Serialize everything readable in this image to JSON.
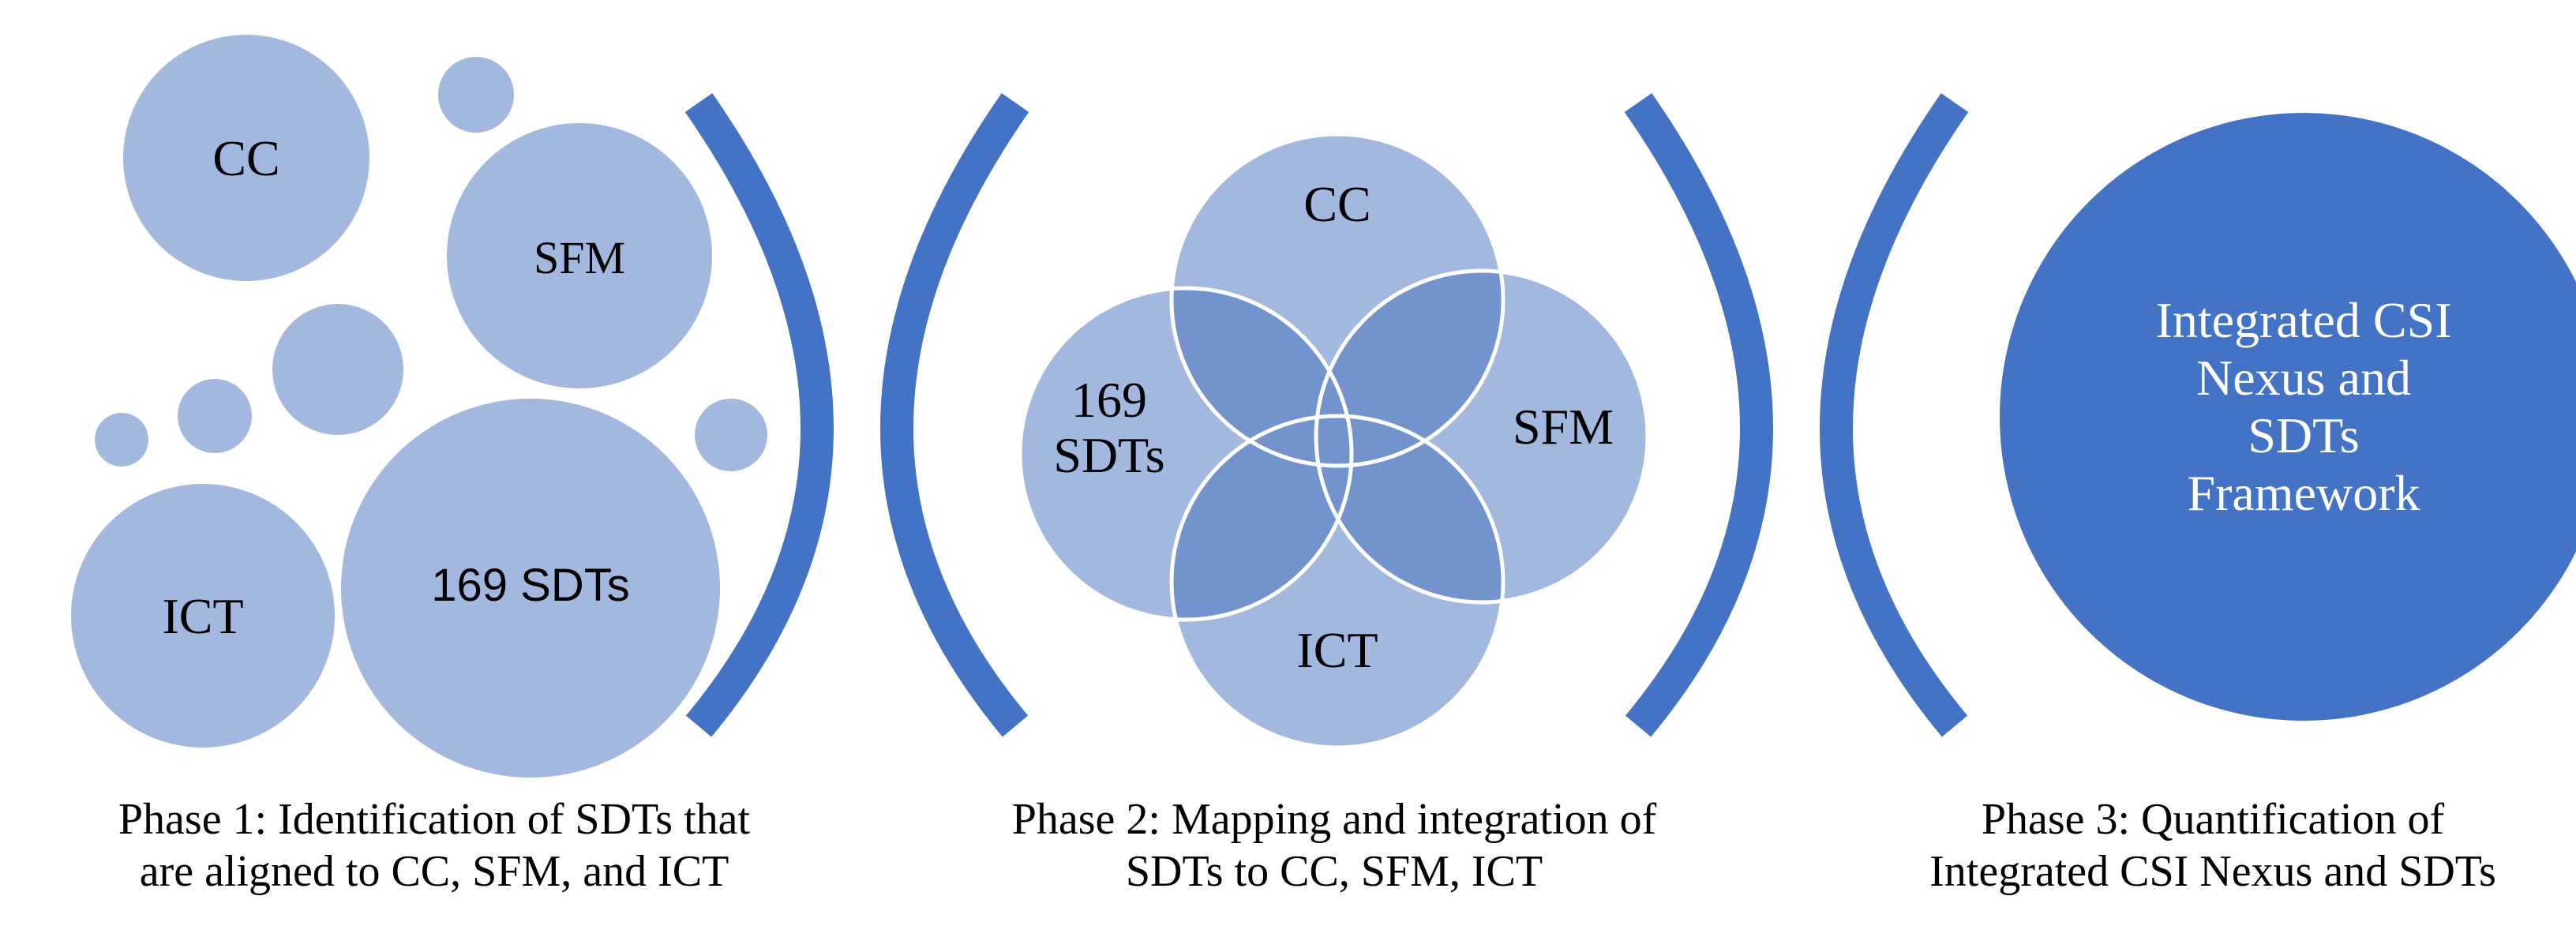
{
  "colors": {
    "light_circle": "#a2b8df",
    "mid_overlap": "#7293cc",
    "dark_blue": "#4472c4",
    "text_dark": "#000000",
    "text_light": "#ffffff"
  },
  "phase1": {
    "bubbles": [
      "CC",
      "SFM",
      "169 SDTs",
      "ICT"
    ],
    "caption": [
      "Phase 1: Identification of SDTs that",
      "are aligned to CC, SFM, and ICT"
    ]
  },
  "phase2": {
    "circles": [
      "CC",
      "SFM",
      "ICT"
    ],
    "left_circle": [
      "169",
      "SDTs"
    ],
    "caption": [
      "Phase 2: Mapping and integration of",
      "SDTs to CC, SFM, ICT"
    ]
  },
  "phase3": {
    "circle": [
      "Integrated CSI",
      "Nexus and",
      "SDTs",
      "Framework"
    ],
    "caption": [
      "Phase 3: Quantification of",
      "Integrated CSI Nexus and SDTs"
    ]
  }
}
